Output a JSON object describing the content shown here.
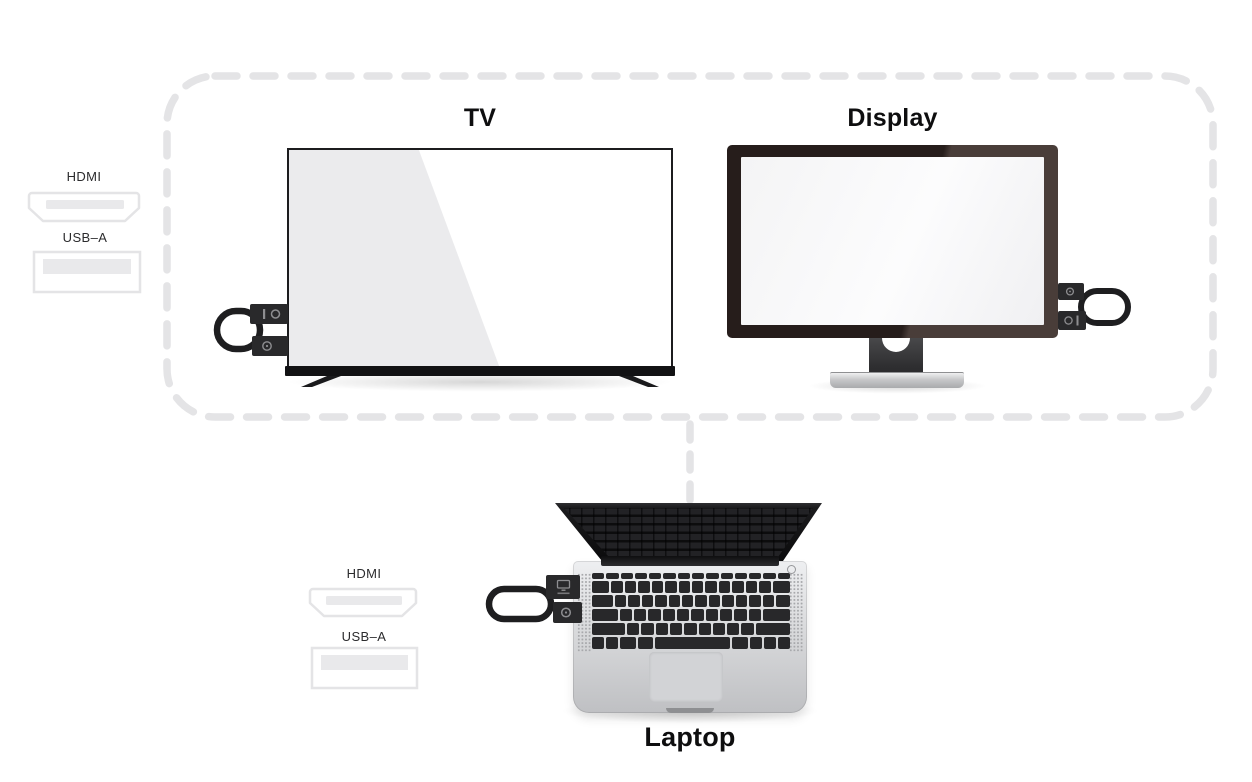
{
  "receivers_zone": {
    "tv": {
      "label": "TV"
    },
    "display": {
      "label": "Display"
    }
  },
  "source_device": {
    "label": "Laptop"
  },
  "tv_port_legend": {
    "hdmi_label": "HDMI",
    "usb_label": "USB–A"
  },
  "laptop_port_legend": {
    "hdmi_label": "HDMI",
    "usb_label": "USB–A"
  },
  "adapters": {
    "tv_adapter": {
      "top_icon": "display-out-icon",
      "bottom_icon": "usb-power-icon"
    },
    "display_adapter": {
      "top_icon": "usb-power-icon",
      "bottom_icon": "display-out-icon"
    },
    "laptop_adapter": {
      "top_icon": "hdmi-display-icon",
      "bottom_icon": "usb-power-icon"
    }
  },
  "colors": {
    "background": "#ffffff",
    "dashed_outline": "#e4e4e6",
    "port_outline": "#e4e4e6",
    "port_fill": "#e9e9eb",
    "device_dark": "#1c1c1e",
    "monitor_bezel": "#2a211f",
    "adapter_body": "#28282a",
    "label_text": "#111111"
  }
}
